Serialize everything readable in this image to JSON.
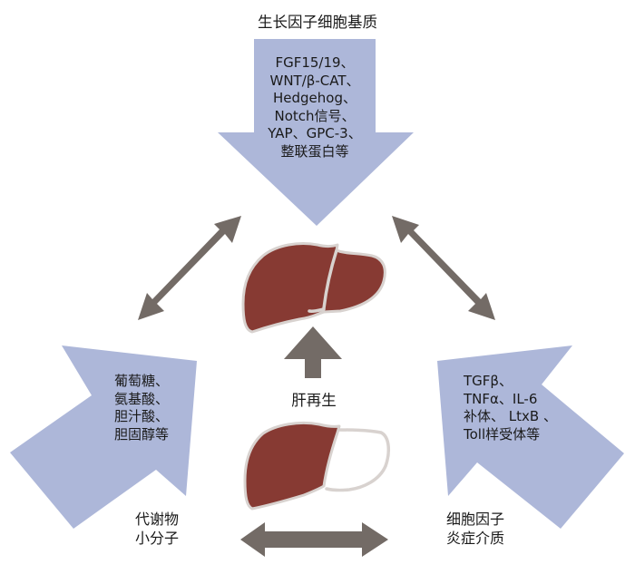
{
  "title": "生长因子细胞基质",
  "colors": {
    "input_arrow_fill": "#adb7d9",
    "relation_arrow_fill": "#736b66",
    "liver_fill": "#873a33",
    "liver_outline": "#d8d2cf",
    "text": "#1a1a1a"
  },
  "center": {
    "label": "肝再生",
    "liver_regenerated_icon": "liver-icon",
    "liver_resected_icon": "liver-partial-icon"
  },
  "top_input": {
    "heading": "生长因子细胞基质",
    "items": [
      "FGF15/19、",
      "WNT/β-CAT、",
      "Hedgehog、",
      "Notch信号、",
      "YAP、GPC-3、",
      "整联蛋白等"
    ]
  },
  "left_input": {
    "caption": [
      "代谢物",
      "小分子"
    ],
    "items": [
      "葡萄糖、",
      "氨基酸、",
      "胆汁酸、",
      "胆固醇等"
    ]
  },
  "right_input": {
    "caption": [
      "细胞因子",
      "炎症介质"
    ],
    "items": [
      "TGFβ、",
      "TNFα、IL-6",
      "补体、 LtxB 、",
      "Toll样受体等"
    ]
  },
  "relations": [
    {
      "from": "top_input",
      "to": "left_input",
      "type": "bidirectional"
    },
    {
      "from": "top_input",
      "to": "right_input",
      "type": "bidirectional"
    },
    {
      "from": "left_input",
      "to": "right_input",
      "type": "bidirectional"
    },
    {
      "from": "resected_liver",
      "to": "regenerated_liver",
      "type": "unidirectional"
    }
  ]
}
